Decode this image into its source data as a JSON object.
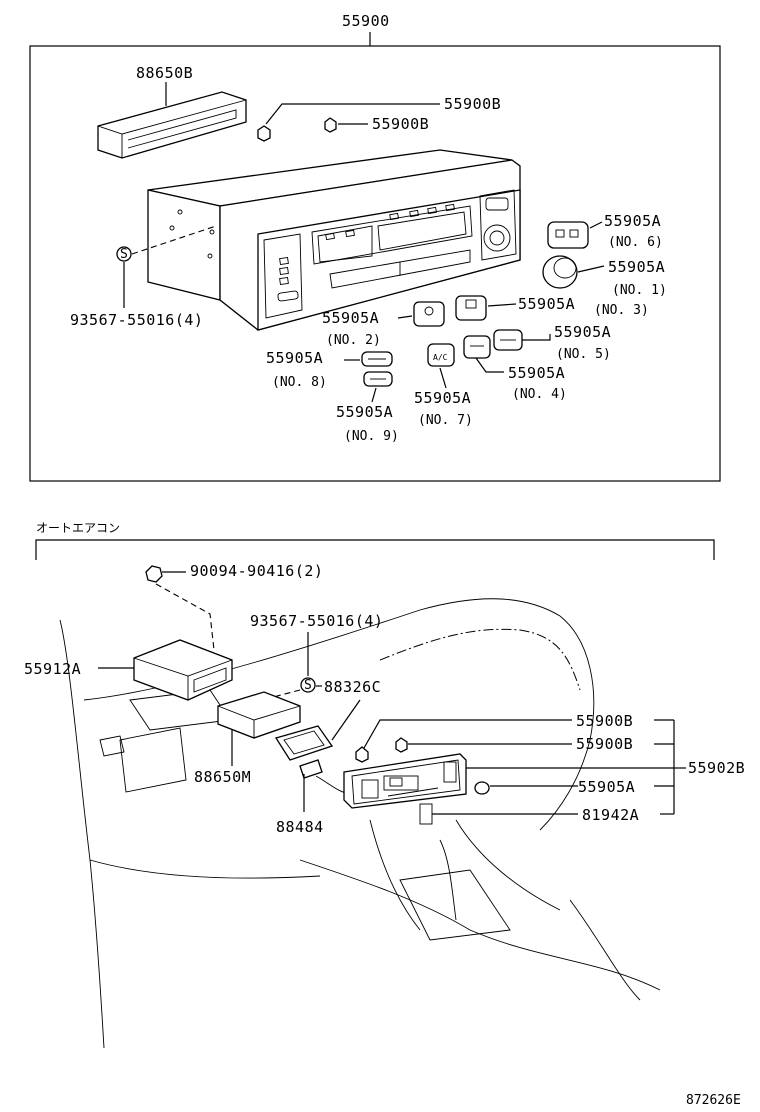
{
  "assembly": {
    "top_label": "55900",
    "section_label": "オートエアコン",
    "figure_code": "872626E"
  },
  "top_parts": [
    {
      "key": "p88650B",
      "number": "88650B"
    },
    {
      "key": "p55900B_a",
      "number": "55900B"
    },
    {
      "key": "p55900B_b",
      "number": "55900B"
    },
    {
      "key": "p93567",
      "number": "93567-55016(4)"
    },
    {
      "key": "p55905A_no6",
      "number": "55905A",
      "sub": "(NO. 6)"
    },
    {
      "key": "p55905A_no1",
      "number": "55905A",
      "sub": "(NO. 1)"
    },
    {
      "key": "p55905A_no3",
      "number": "55905A",
      "sub": "(NO. 3)"
    },
    {
      "key": "p55905A_no2",
      "number": "55905A",
      "sub": "(NO. 2)"
    },
    {
      "key": "p55905A_no5",
      "number": "55905A",
      "sub": "(NO. 5)"
    },
    {
      "key": "p55905A_no8",
      "number": "55905A",
      "sub": "(NO. 8)"
    },
    {
      "key": "p55905A_no4",
      "number": "55905A",
      "sub": "(NO. 4)"
    },
    {
      "key": "p55905A_no7",
      "number": "55905A",
      "sub": "(NO. 7)"
    },
    {
      "key": "p55905A_no9",
      "number": "55905A",
      "sub": "(NO. 9)"
    }
  ],
  "bottom_parts": [
    {
      "key": "p90094",
      "number": "90094-90416(2)"
    },
    {
      "key": "p93567b",
      "number": "93567-55016(4)"
    },
    {
      "key": "p55912A",
      "number": "55912A"
    },
    {
      "key": "p88326C",
      "number": "88326C"
    },
    {
      "key": "p88650M",
      "number": "88650M"
    },
    {
      "key": "p88484",
      "number": "88484"
    },
    {
      "key": "p55900B_c",
      "number": "55900B"
    },
    {
      "key": "p55900B_d",
      "number": "55900B"
    },
    {
      "key": "p55902B",
      "number": "55902B"
    },
    {
      "key": "p55905A_b",
      "number": "55905A"
    },
    {
      "key": "p81942A",
      "number": "81942A"
    }
  ]
}
